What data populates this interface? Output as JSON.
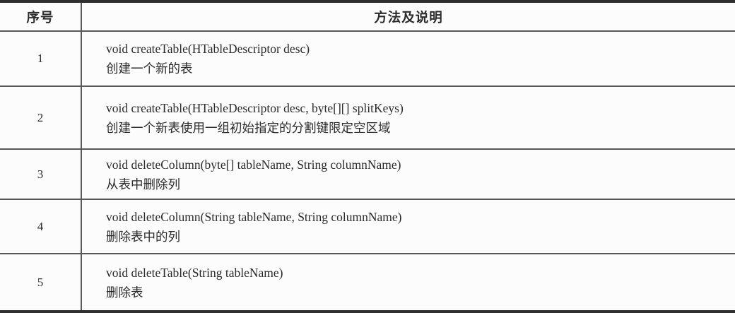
{
  "table": {
    "headers": [
      "序号",
      "方法及说明"
    ],
    "rows": [
      {
        "no": "1",
        "method": "void createTable(HTableDescriptor desc)",
        "desc": "创建一个新的表"
      },
      {
        "no": "2",
        "method": "void createTable(HTableDescriptor desc, byte[][] splitKeys)",
        "desc": "创建一个新表使用一组初始指定的分割键限定空区域"
      },
      {
        "no": "3",
        "method": "void deleteColumn(byte[] tableName, String columnName)",
        "desc": "从表中删除列"
      },
      {
        "no": "4",
        "method": "void deleteColumn(String tableName, String columnName)",
        "desc": "删除表中的列"
      },
      {
        "no": "5",
        "method": "void deleteTable(String tableName)",
        "desc": "删除表"
      }
    ],
    "colors": {
      "background": "#fcfcfc",
      "text": "#2b2b2b",
      "thick_border": "#2f2f2f",
      "thin_border": "#585858"
    }
  }
}
